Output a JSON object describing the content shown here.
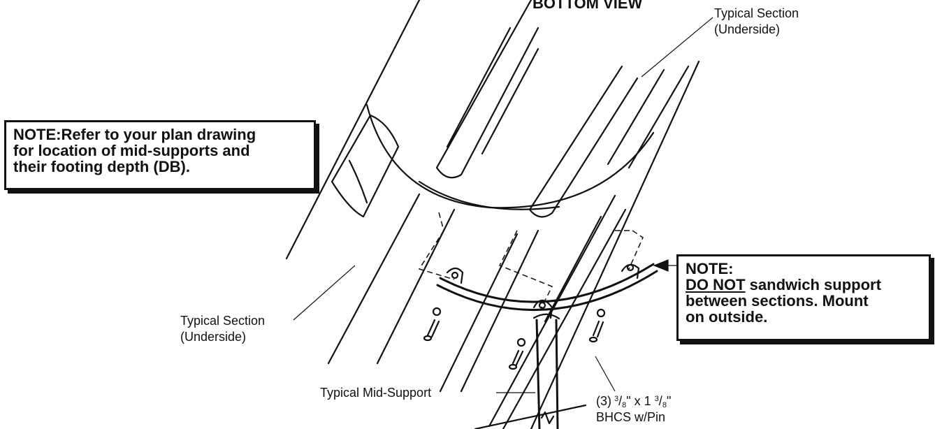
{
  "view_title": "BOTTOM VIEW",
  "labels": {
    "section_top_line1": "Typical Section",
    "section_top_line2": "(Underside)",
    "section_left_line1": "Typical Section",
    "section_left_line2": "(Underside)",
    "mid_support": "Typical Mid-Support",
    "bolt_qty": "(3)",
    "bolt_num1": "3",
    "bolt_den1": "8",
    "bolt_x": "\" x 1 ",
    "bolt_num2": "3",
    "bolt_den2": "8",
    "bolt_end": "\"",
    "bolt_line2": "BHCS w/Pin"
  },
  "note_left": {
    "line1": "NOTE:Refer to your plan drawing",
    "line2": "for location of mid-supports and",
    "line3": "their footing depth (DB)."
  },
  "note_right": {
    "title": "NOTE:",
    "emph": "DO NOT",
    "line1_rest": " sandwich support",
    "line2": "between sections.  Mount",
    "line3": "on outside."
  }
}
